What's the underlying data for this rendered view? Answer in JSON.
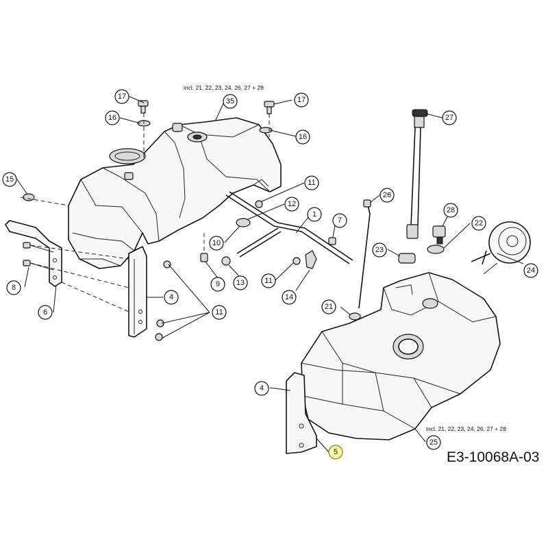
{
  "drawing": {
    "code": "E3-10068A-03",
    "notes": {
      "upper_tank": "incl. 21, 22, 23, 24, 26, 27 + 28",
      "lower_tank": "incl. 21, 22, 23, 24, 26, 27 + 28"
    },
    "callouts": {
      "c17a": "17",
      "c17b": "17",
      "c35": "35",
      "c16a": "16",
      "c16b": "16",
      "c27": "27",
      "c15": "15",
      "c11a": "11",
      "c12": "12",
      "c1": "1",
      "c26": "26",
      "c7": "7",
      "c28": "28",
      "c22": "22",
      "c10": "10",
      "c23": "23",
      "c8": "8",
      "c9": "9",
      "c13": "13",
      "c11b": "11",
      "c14": "14",
      "c21": "21",
      "c24": "24",
      "c4a": "4",
      "c6": "6",
      "c11c": "11",
      "c4b": "4",
      "c25": "25",
      "c5": "5"
    },
    "highlighted_callout": "5",
    "colors": {
      "line": "#111111",
      "highlight": "#fff3b0"
    }
  }
}
